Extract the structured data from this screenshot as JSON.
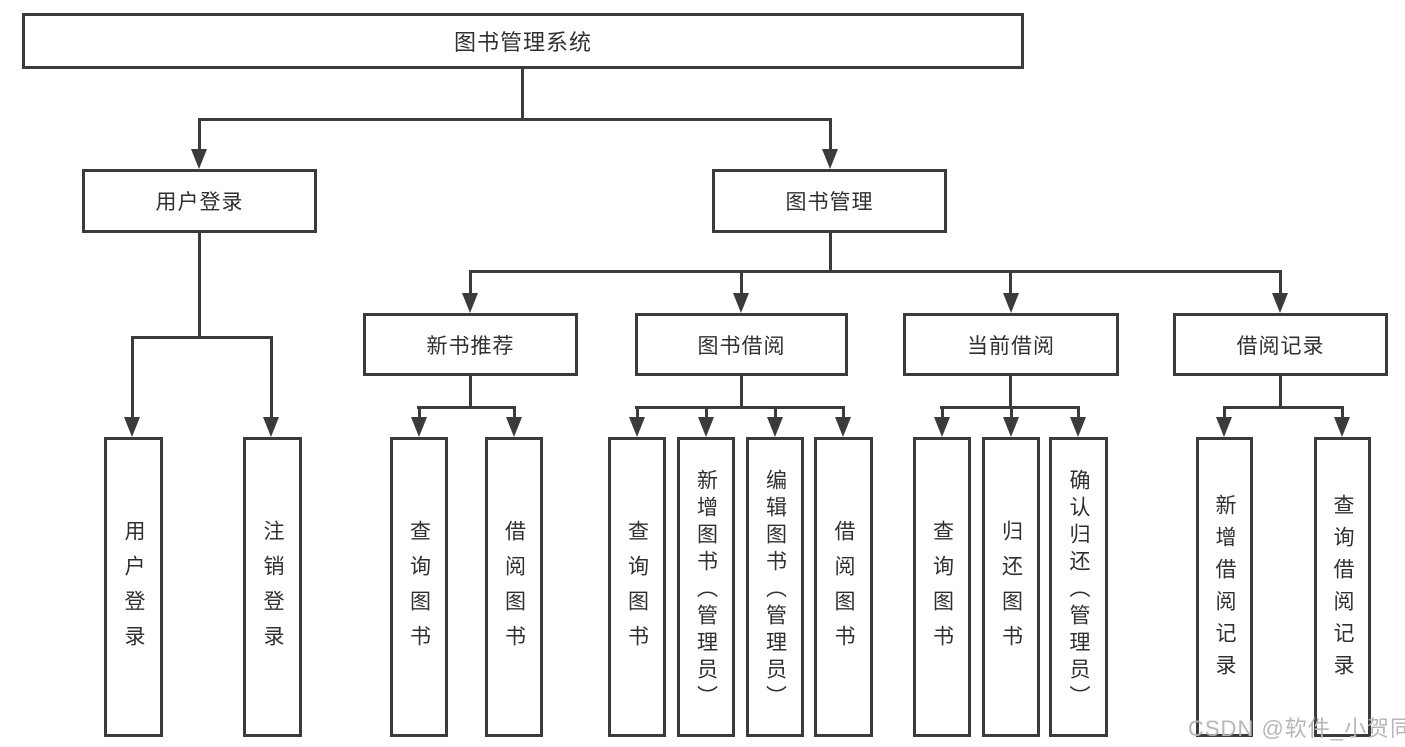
{
  "nodes": {
    "root": "图书管理系统",
    "user_login": "用户登录",
    "book_management": "图书管理",
    "new_book_recommend": "新书推荐",
    "book_borrow": "图书借阅",
    "current_borrow": "当前借阅",
    "borrow_record": "借阅记录",
    "leaves_user_login": [
      "用户登录",
      "注销登录"
    ],
    "leaves_new_book": [
      "查询图书",
      "借阅图书"
    ],
    "leaves_book_borrow": [
      "查询图书",
      "新增图书（管理员）",
      "编辑图书（管理员）",
      "借阅图书"
    ],
    "leaves_current_borrow": [
      "查询图书",
      "归还图书",
      "确认归还（管理员）"
    ],
    "leaves_borrow_record": [
      "新增借阅记录",
      "查询借阅记录"
    ]
  },
  "watermark": "CSDN @软件_小贺同学",
  "colors": {
    "line": "#3b3b3b",
    "text": "#303030",
    "watermark": "#b7b7b7",
    "background": "#ffffff"
  }
}
